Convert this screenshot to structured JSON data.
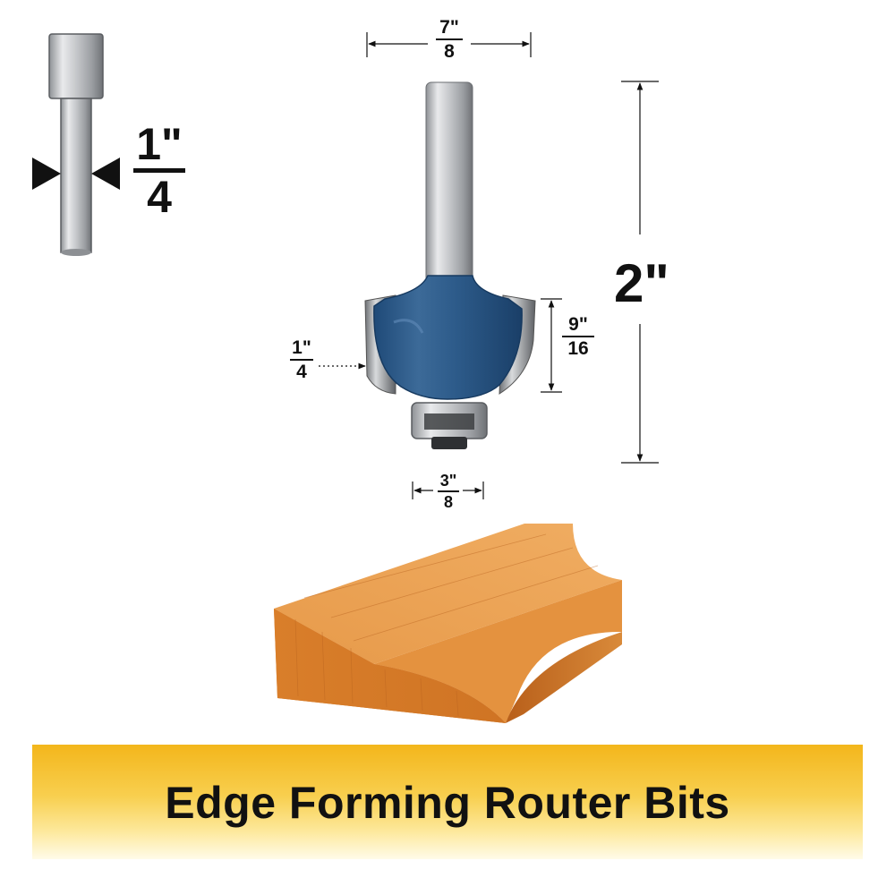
{
  "shank_diameter": {
    "numerator": "1\"",
    "denominator": "4"
  },
  "dimensions": {
    "cutter_diameter": {
      "numerator": "7\"",
      "denominator": "8"
    },
    "overall_length": "2\"",
    "cutting_length": {
      "numerator": "9\"",
      "denominator": "16"
    },
    "radius": {
      "numerator": "1\"",
      "denominator": "4"
    },
    "bearing_diameter": {
      "numerator": "3\"",
      "denominator": "8"
    }
  },
  "banner": {
    "title": "Edge Forming Router Bits"
  },
  "colors": {
    "cutter_blue": "#2f5f8f",
    "shank_gray": "#b9bcc0",
    "wood_orange": "#d9832e",
    "banner_gold": "#f3b61b",
    "text": "#111111"
  },
  "icons": [
    "shank-icon",
    "router-bit-icon",
    "wood-workpiece-icon"
  ]
}
